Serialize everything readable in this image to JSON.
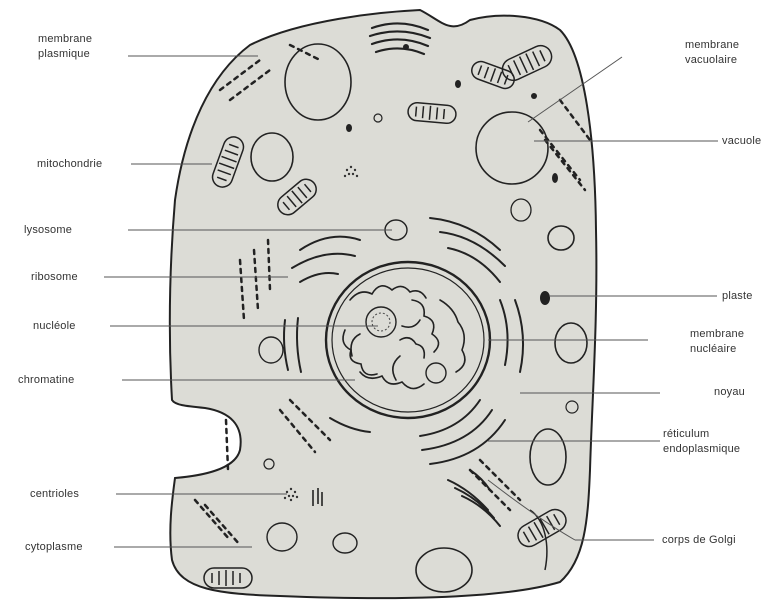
{
  "colors": {
    "cell_fill": "#dcdcd6",
    "outline": "#222222",
    "leader_line": "#555555",
    "background": "#ffffff"
  },
  "labels": {
    "membrane_plasmique": [
      "membrane",
      "plasmique"
    ],
    "mitochondrie": "mitochondrie",
    "lysosome": "lysosome",
    "ribosome": "ribosome",
    "nucleole": "nucléole",
    "chromatine": "chromatine",
    "centrioles": "centrioles",
    "cytoplasme": "cytoplasme",
    "membrane_vacuolaire": [
      "membrane",
      "vacuolaire"
    ],
    "vacuole": "vacuole",
    "plaste": "plaste",
    "membrane_nucleaire": [
      "membrane",
      "nucléaire"
    ],
    "noyau": "noyau",
    "reticulum": [
      "réticulum",
      "endoplasmique"
    ],
    "golgi": "corps de Golgi"
  }
}
